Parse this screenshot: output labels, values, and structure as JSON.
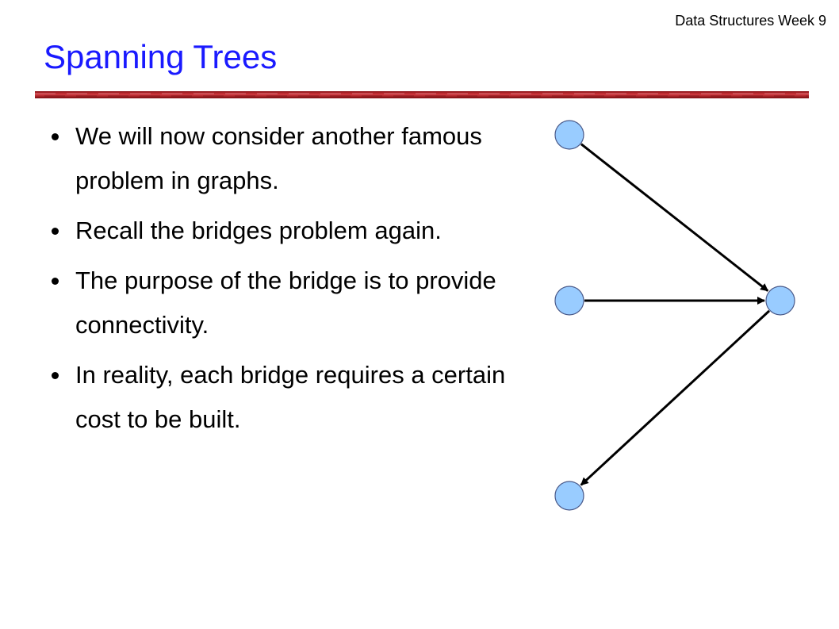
{
  "header": {
    "note": "Data Structures Week 9"
  },
  "slide": {
    "title": "Spanning Trees",
    "title_color": "#1a1aff",
    "rule_color": "#c0252b",
    "bullets": [
      {
        "text": "We will now consider another famous problem in graphs."
      },
      {
        "text": "Recall the bridges problem again."
      },
      {
        "text": "The purpose of the bridge is to provide connectivity."
      },
      {
        "text": "In reality, each bridge requires a certain cost to be built."
      }
    ]
  },
  "graph": {
    "node_fill": "#99ccff",
    "node_stroke": "#4a5a8a",
    "edge_color": "#000000",
    "nodes": [
      {
        "id": "top-left"
      },
      {
        "id": "middle-left"
      },
      {
        "id": "right"
      },
      {
        "id": "bottom-left"
      }
    ],
    "edges": [
      {
        "from": "top-left",
        "to": "right"
      },
      {
        "from": "middle-left",
        "to": "right"
      },
      {
        "from": "right",
        "to": "bottom-left"
      }
    ]
  }
}
